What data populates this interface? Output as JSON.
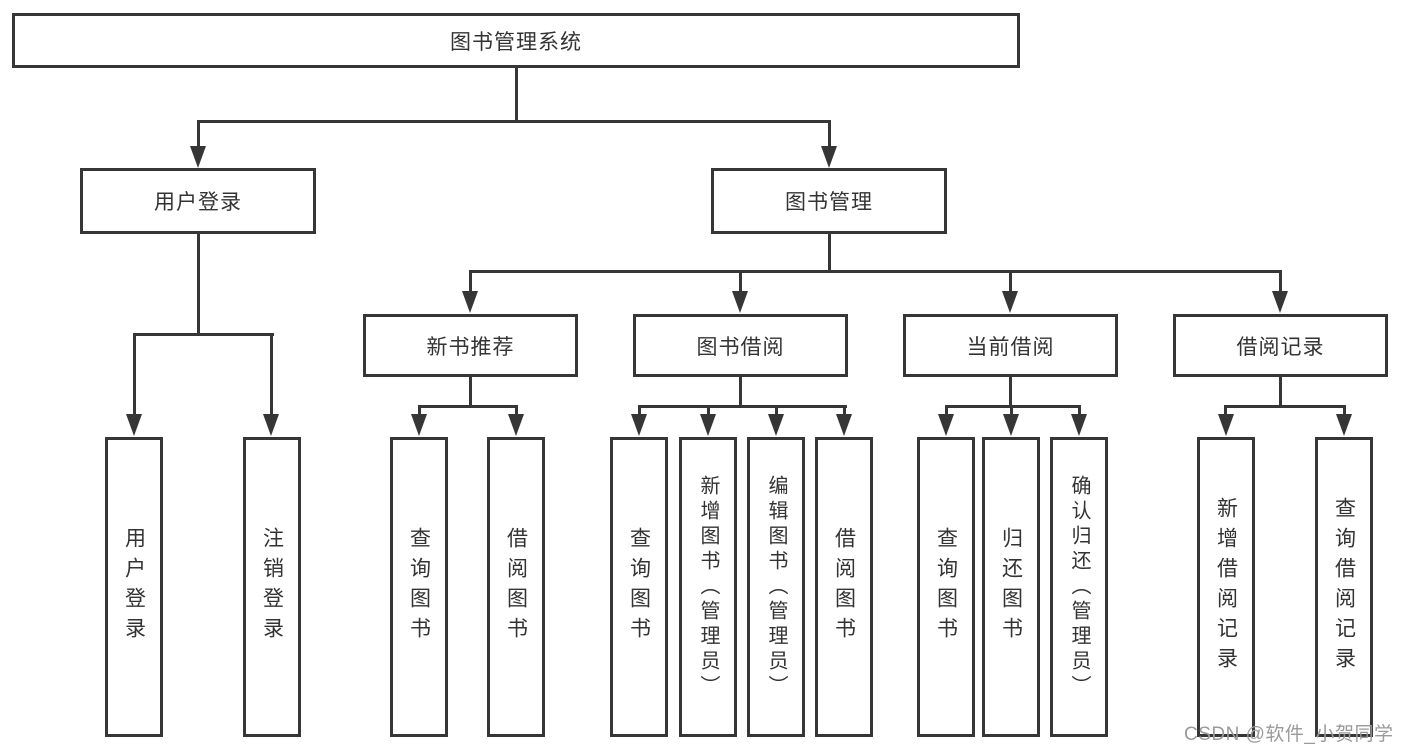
{
  "diagram": {
    "root": {
      "label": "图书管理系统"
    },
    "branches": [
      {
        "label": "用户登录",
        "children": [
          {
            "label": "用户登录"
          },
          {
            "label": "注销登录"
          }
        ]
      },
      {
        "label": "图书管理",
        "children": [
          {
            "label": "新书推荐",
            "children": [
              {
                "label": "查询图书"
              },
              {
                "label": "借阅图书"
              }
            ]
          },
          {
            "label": "图书借阅",
            "children": [
              {
                "label": "查询图书"
              },
              {
                "label": "新增图书（管理员）"
              },
              {
                "label": "编辑图书（管理员）"
              },
              {
                "label": "借阅图书"
              }
            ]
          },
          {
            "label": "当前借阅",
            "children": [
              {
                "label": "查询图书"
              },
              {
                "label": "归还图书"
              },
              {
                "label": "确认归还（管理员）"
              }
            ]
          },
          {
            "label": "借阅记录",
            "children": [
              {
                "label": "新增借阅记录"
              },
              {
                "label": "查询借阅记录"
              }
            ]
          }
        ]
      }
    ]
  },
  "watermark": {
    "text": "CSDN @软件_小贺同学"
  },
  "colors": {
    "line": "#363636",
    "box_border": "#363636",
    "background": "#ffffff",
    "watermark": "#9a9a9a"
  }
}
